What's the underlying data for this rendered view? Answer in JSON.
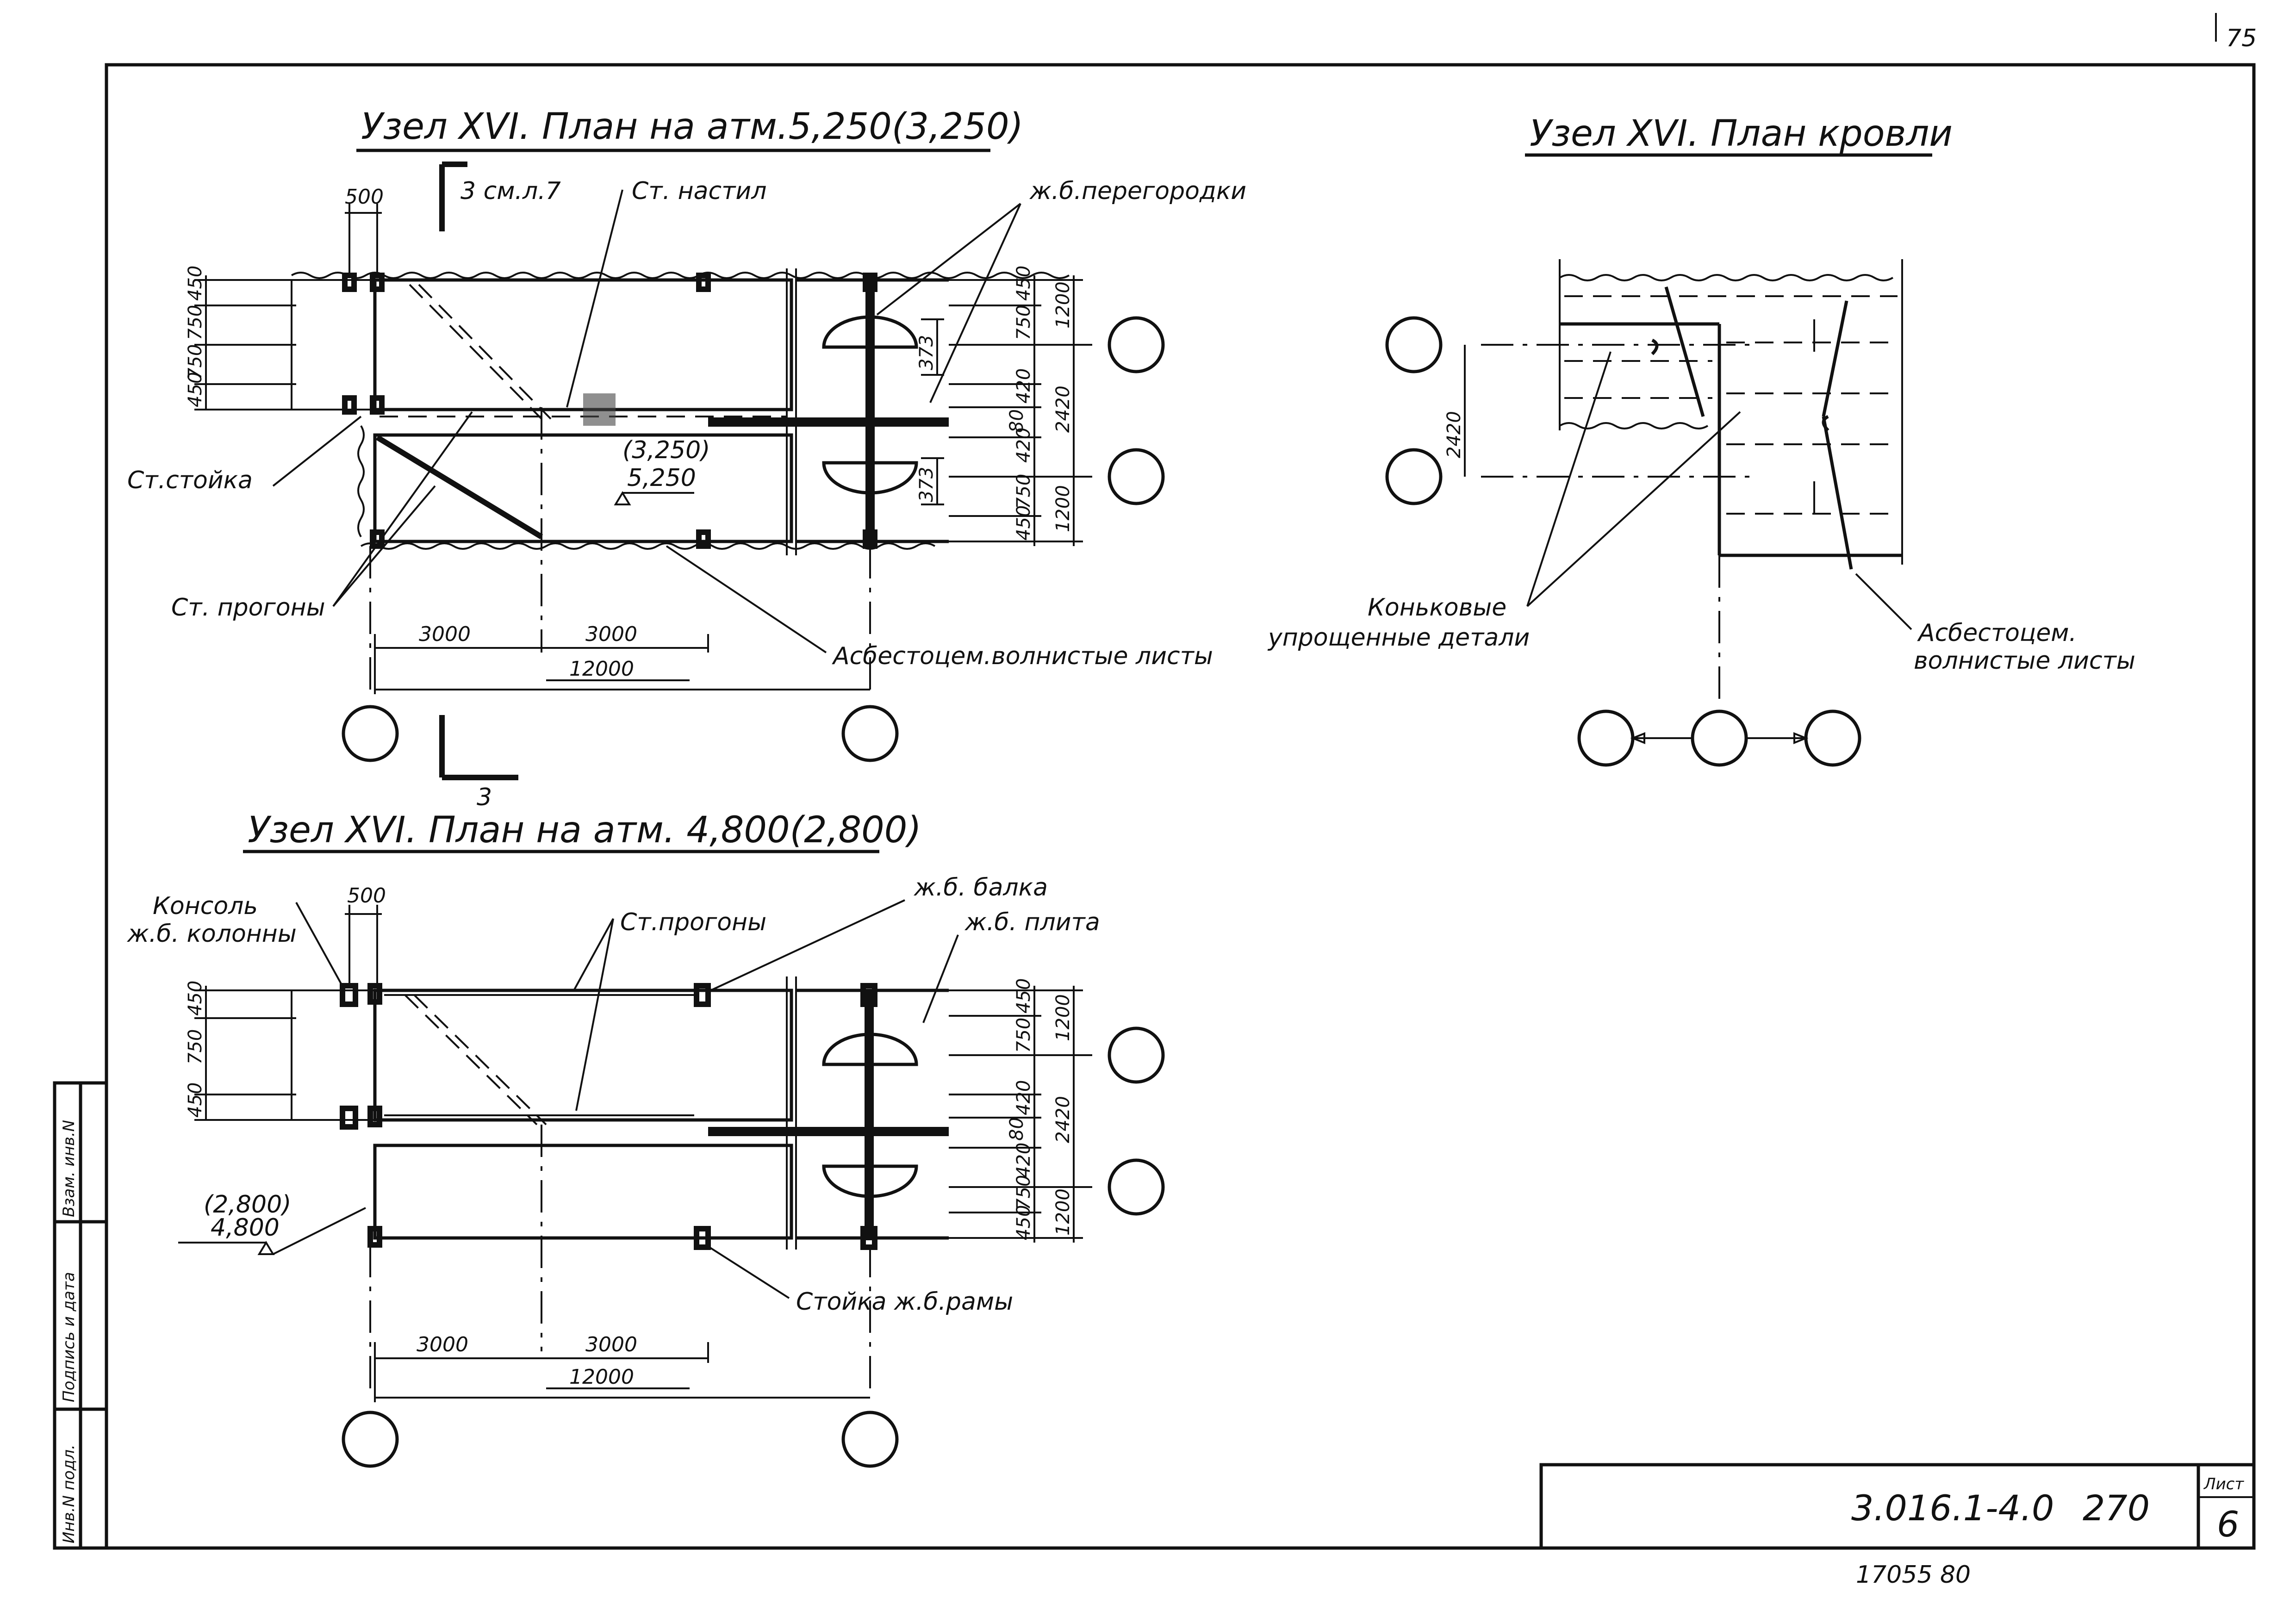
{
  "page_number": "75",
  "plan_a": {
    "title": "Узел XVI. План на атм.5,250(3,250)",
    "section_mark": "3 см.л.7",
    "section_mark_bottom": "3",
    "labels": {
      "deck": "Ст. настил",
      "partitions": "ж.б.перегородки",
      "post": "Ст.стойка",
      "purlins": "Ст. прогоны",
      "sheets": "Асбестоцем.волнистые листы"
    },
    "elev_1": "(3,250)",
    "elev_2": "5,250",
    "dim_top": "500",
    "dims_bottom": [
      "3000",
      "3000"
    ],
    "dim_total": "12000",
    "dims_left": [
      "450",
      "750",
      "750",
      "450"
    ],
    "dims_right_inner": [
      "450",
      "750",
      "420",
      "80",
      "420",
      "750",
      "450"
    ],
    "dims_right_outer": [
      "1200",
      "2420",
      "1200"
    ],
    "small_dims": [
      "373",
      "373"
    ]
  },
  "plan_b": {
    "title": "Узел XVI. План на атм. 4,800(2,800)",
    "labels": {
      "console_1": "Консоль",
      "console_2": "ж.б. колонны",
      "purlins": "Ст.прогоны",
      "beam": "ж.б. балка",
      "slab": "ж.б. плита",
      "frame_post": "Стойка ж.б.рамы"
    },
    "elev_1": "(2,800)",
    "elev_2": "4,800",
    "dim_top": "500",
    "dims_bottom": [
      "3000",
      "3000"
    ],
    "dim_total": "12000",
    "dims_left": [
      "450",
      "750",
      "450"
    ],
    "dims_right_inner": [
      "450",
      "750",
      "420",
      "80",
      "420",
      "750",
      "450"
    ],
    "dims_right_outer": [
      "1200",
      "2420",
      "1200"
    ]
  },
  "plan_c": {
    "title": "Узел XVI. План кровли",
    "dim": "2420",
    "labels": {
      "ridge_1": "Коньковые",
      "ridge_2": "упрощенные детали",
      "sheets_1": "Асбестоцем.",
      "sheets_2": "волнистые листы"
    }
  },
  "side_stamp": [
    "Инв.N подл.",
    "Подпись и дата",
    "Взам. инв.N"
  ],
  "title_block": {
    "code": "3.016.1-4.0",
    "number": "270",
    "sheet_label": "Лист",
    "sheet_number": "6",
    "footer": "17055  80"
  }
}
